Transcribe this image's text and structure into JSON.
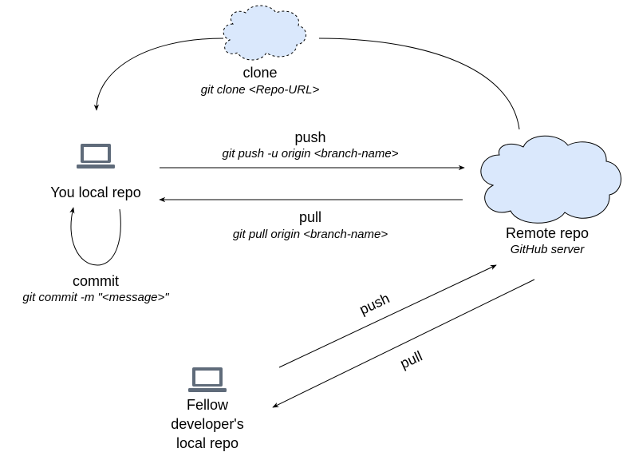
{
  "nodes": {
    "clone_cloud": {
      "label": "clone",
      "command": "git clone <Repo-URL>"
    },
    "local": {
      "label": "You local repo"
    },
    "remote": {
      "label": "Remote repo",
      "sublabel": "GitHub server"
    },
    "fellow": {
      "line1": "Fellow",
      "line2": "developer's",
      "line3": "local repo"
    }
  },
  "edges": {
    "push": {
      "label": "push",
      "command": "git push -u origin <branch-name>"
    },
    "pull": {
      "label": "pull",
      "command": "git pull origin <branch-name>"
    },
    "commit": {
      "label": "commit",
      "command": "git commit -m \"<message>\""
    },
    "fellow_push": {
      "label": "push"
    },
    "fellow_pull": {
      "label": "pull"
    }
  },
  "colors": {
    "cloud_fill": "#dae8fc",
    "cloud_stroke": "#000000",
    "laptop": "#5f6b7a",
    "line": "#000000"
  },
  "icons": [
    "laptop-icon",
    "cloud-icon"
  ]
}
